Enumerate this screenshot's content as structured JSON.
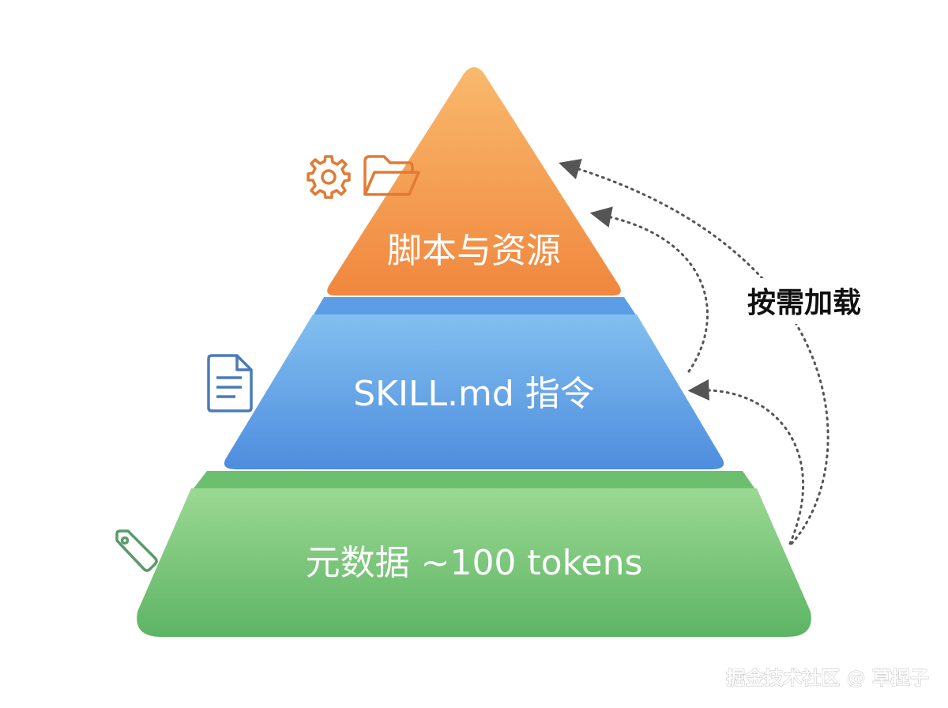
{
  "tiers": {
    "top": {
      "label": "脚本与资源",
      "icons": [
        "gear-icon",
        "folder-icon"
      ]
    },
    "middle": {
      "label": "SKILL.md 指令",
      "icons": [
        "document-icon"
      ]
    },
    "bottom": {
      "label": "元数据 ~100 tokens",
      "icons": [
        "tag-icon"
      ]
    }
  },
  "side_label": "按需加载",
  "watermark": "掘金技术社区 @ 草捏子",
  "colors": {
    "top_light": "#f8b46a",
    "top_dark": "#f0883f",
    "middle_light": "#7bb9ef",
    "middle_dark": "#4f8fde",
    "bottom_light": "#97d791",
    "bottom_dark": "#5fb566",
    "icon_orange": "#e07b35",
    "icon_blue": "#4a7ab8",
    "icon_green": "#5a9a6a",
    "arrow": "#555555"
  }
}
